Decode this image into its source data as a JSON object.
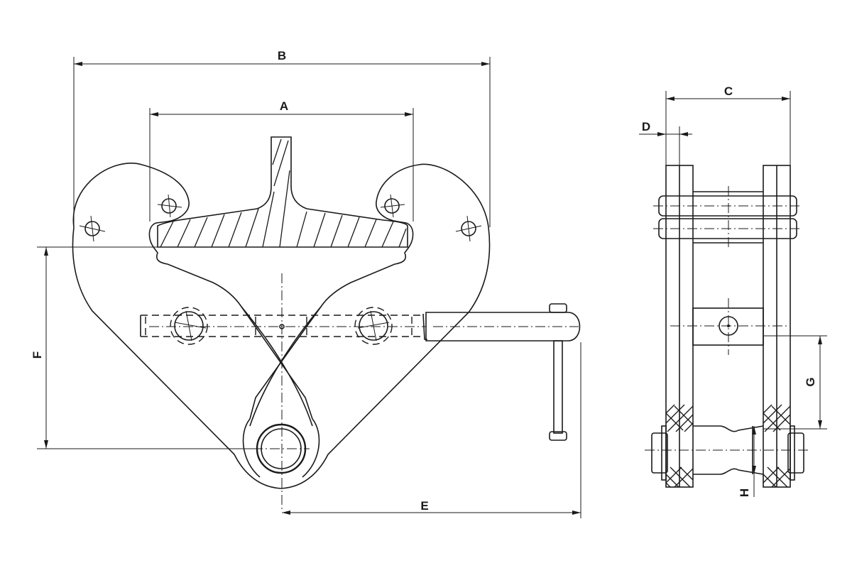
{
  "dimensions": {
    "A": "A",
    "B": "B",
    "C": "C",
    "D": "D",
    "E": "E",
    "F": "F",
    "G": "G",
    "H": "H"
  },
  "views": [
    "front-view",
    "side-view"
  ],
  "colors": {
    "line": "#1a1a1a",
    "background": "#ffffff"
  }
}
